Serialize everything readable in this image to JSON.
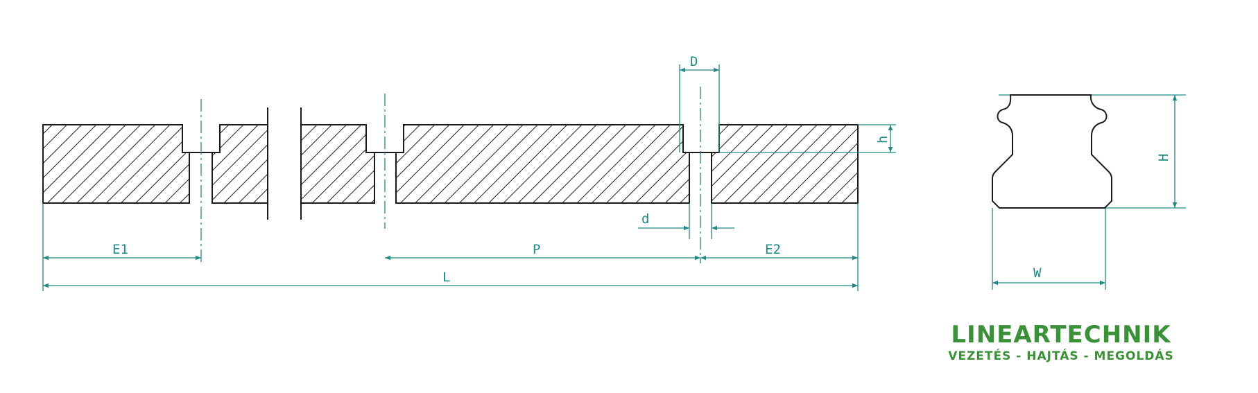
{
  "dimensions": {
    "E1": "E1",
    "P": "P",
    "E2": "E2",
    "L": "L",
    "D": "D",
    "d": "d",
    "h": "h",
    "H": "H",
    "W": "W"
  },
  "logo": {
    "name": "LINEARTECHNIK",
    "tagline": "VEZETÉS - HAJTÁS - MEGOLDÁS"
  },
  "colors": {
    "outline": "#1a1a1a",
    "dimension": "#1f8a85",
    "brand": "#3a9138"
  }
}
